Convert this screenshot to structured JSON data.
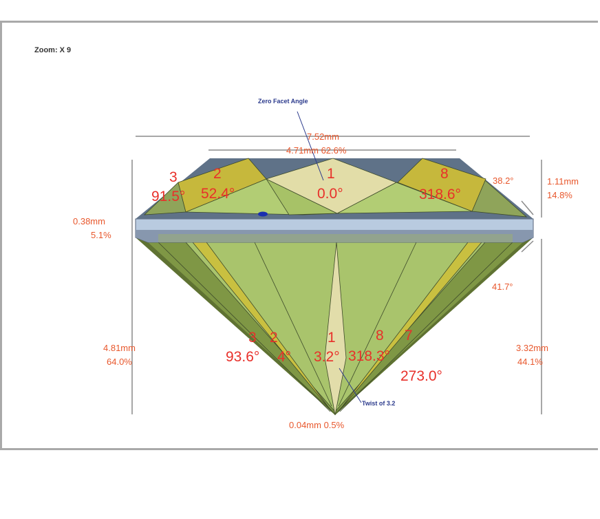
{
  "zoom_label": "Zoom: X 9",
  "annotations": {
    "zero_facet": "Zero Facet Angle",
    "twist": "Twist of 3.2"
  },
  "dimensions": {
    "total_width": "7.52mm",
    "table": "4.71mm 62.6%",
    "crown_angle": "38.2°",
    "crown_height": "1.11mm",
    "crown_height_pct": "14.8%",
    "girdle": "0.38mm",
    "girdle_pct": "5.1%",
    "pavilion_angle": "41.7°",
    "total_depth": "4.81mm",
    "total_depth_pct": "64.0%",
    "pavilion_depth": "3.32mm",
    "pavilion_depth_pct": "44.1%",
    "culet": "0.04mm 0.5%"
  },
  "crown_facets": [
    {
      "num": "3",
      "angle": "91.5°"
    },
    {
      "num": "2",
      "angle": "52.4°"
    },
    {
      "num": "1",
      "angle": "0.0°"
    },
    {
      "num": "8",
      "angle": "318.6°"
    }
  ],
  "pavilion_facets": [
    {
      "num": "3",
      "angle": "93.6°"
    },
    {
      "num": "2",
      "angle": "4°"
    },
    {
      "num": "1",
      "angle": "3.2°"
    },
    {
      "num": "8",
      "angle": "318.3°"
    },
    {
      "num": "7",
      "angle": "273.0°"
    }
  ],
  "colors": {
    "label_red": "#e8302a",
    "label_orange": "#e8572c",
    "annotation_blue": "#2b3a8c"
  }
}
